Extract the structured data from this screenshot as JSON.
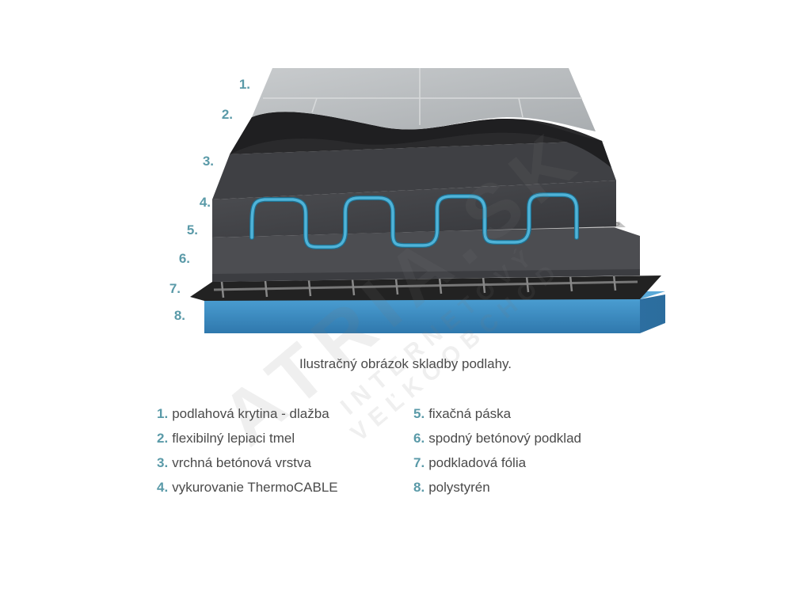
{
  "layer_numbers": [
    "1.",
    "2.",
    "3.",
    "4.",
    "5.",
    "6.",
    "7.",
    "8."
  ],
  "caption": "Ilustračný obrázok skladby podlahy.",
  "legend": {
    "left": [
      {
        "num": "1.",
        "text": "podlahová krytina - dlažba"
      },
      {
        "num": "2.",
        "text": "flexibilný lepiaci tmel"
      },
      {
        "num": "3.",
        "text": "vrchná betónová vrstva"
      },
      {
        "num": "4.",
        "text": "vykurovanie ThermoCABLE"
      }
    ],
    "right": [
      {
        "num": "5.",
        "text": "fixačná páska"
      },
      {
        "num": "6.",
        "text": "spodný betónový podklad"
      },
      {
        "num": "7.",
        "text": "podkladová fólia"
      },
      {
        "num": "8.",
        "text": "polystyrén"
      }
    ]
  },
  "watermark": {
    "main": "ATRIA.SK",
    "sub": "INTERNETOVÝ VEĽKOOBCHOD"
  },
  "colors": {
    "number_accent": "#5a9aa8",
    "tile": "#b9bcbe",
    "adhesive": "#2b2b2b",
    "concrete_top": "#3a3b3e",
    "heating_cable": "#4fb3d8",
    "fixing_tape": "#c9c9c9",
    "concrete_bottom": "#4a4b4e",
    "foil": "#2a2a2a",
    "polystyrene": "#3f8fc4"
  }
}
